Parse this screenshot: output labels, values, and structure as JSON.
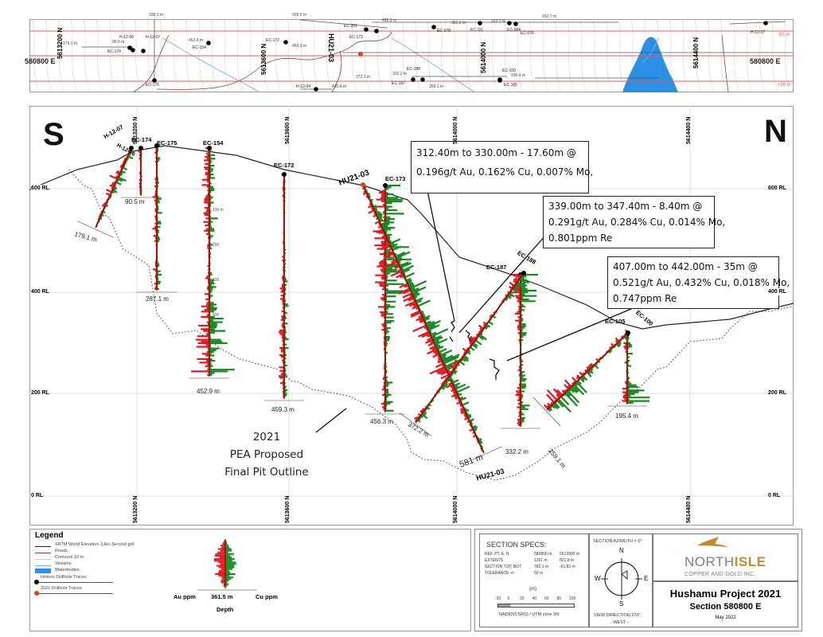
{
  "colors": {
    "au_bar": "#e8141c",
    "cu_bar": "#128a1e",
    "historic_collar": "#000000",
    "drill_2021": "#e2401a",
    "waterbody": "#2b8fe6",
    "stream": "#7ab5e8",
    "road": "#8b3a3a",
    "contour": "#cccccc",
    "grid_red": "#e35a5a",
    "topo": "#222222",
    "logo_gold": "#c48a2c",
    "logo_grey": "#7d7d7d"
  },
  "plan_map": {
    "northings": [
      "5613200 N",
      "5613600 N",
      "5614000 N",
      "5614400 N"
    ],
    "easting_label": "580800 E",
    "tolerance_labels": [
      "-50 m",
      "+50 m"
    ],
    "collars": [
      {
        "name": "EC-174"
      },
      {
        "name": "H-12-06"
      },
      {
        "name": "H-12-07"
      },
      {
        "name": "EC-175"
      },
      {
        "name": "EC-154"
      },
      {
        "name": "EC-172"
      },
      {
        "name": "EC-173"
      },
      {
        "name": "H-12-04"
      },
      {
        "name": "EC-201"
      },
      {
        "name": "EC-078"
      },
      {
        "name": "EC-111"
      },
      {
        "name": "EC-084"
      },
      {
        "name": "EC-076"
      },
      {
        "name": "EC-187"
      },
      {
        "name": "EC-188"
      },
      {
        "name": "EC-100"
      },
      {
        "name": "EC-105"
      },
      {
        "name": "H-12-17"
      }
    ],
    "drill_2021": "HU21-03",
    "lengths": [
      "338.3 m",
      "305.5 m",
      "452.9 m",
      "459.3 m",
      "456.3 m",
      "361.5 m",
      "163.1 m",
      "152.7 m",
      "332.2 m",
      "195.4 m",
      "430.4 m",
      "179.1 m",
      "90.5 m",
      "372.2 m",
      "259.1 m"
    ]
  },
  "section": {
    "south_label": "S",
    "north_label": "N",
    "northings": [
      "5613200 N",
      "5613600 N",
      "5614000 N",
      "5614400 N"
    ],
    "rl_labels": [
      "600 RL",
      "400 RL",
      "200 RL",
      "0 RL"
    ],
    "holes": [
      {
        "name": "H-12-07",
        "depth": "179.1 m"
      },
      {
        "name": "H-12-06",
        "depth": ""
      },
      {
        "name": "EC-174",
        "depth": "90.5 m"
      },
      {
        "name": "EC-175",
        "depth": "287.1 m"
      },
      {
        "name": "EC-154",
        "depth": "452.9 m"
      },
      {
        "name": "EC-172",
        "depth": "459.3 m"
      },
      {
        "name": "HU21-03",
        "depth": "581 m"
      },
      {
        "name": "EC-173",
        "depth": "456.3 m"
      },
      {
        "name": "EC-187",
        "depth": "332.2 m"
      },
      {
        "name": "EC-188",
        "depth": "372.2 m"
      },
      {
        "name": "EC-105",
        "depth": "195.4 m"
      },
      {
        "name": "EC-100",
        "depth": "259.1 m"
      }
    ],
    "hu_bottom_label": "HU21-03",
    "depth_ticks": [
      "100 m",
      "200",
      "300",
      "400"
    ],
    "callouts": [
      {
        "line1": "312.40m to 330.00m - 17.60m @",
        "line2": "0.196g/t Au, 0.162% Cu, 0.007% Mo,",
        "line3": ""
      },
      {
        "line1": "339.00m to 347.40m - 8.40m @",
        "line2": "0.291g/t Au, 0.284% Cu, 0.014% Mo,",
        "line3": "0.801ppm Re"
      },
      {
        "line1": "407.00m to 442.00m - 35m @",
        "line2": "0.521g/t Au, 0.432% Cu, 0.018% Mo,",
        "line3": "0.747ppm Re"
      }
    ],
    "pit_label": {
      "line1": "2021",
      "line2": "PEA Proposed",
      "line3": "Final Pit  Outline"
    }
  },
  "legend": {
    "title": "Legend",
    "items": [
      {
        "label": "SRTM World Elevation 3 Arc-Second grd"
      },
      {
        "label": "Roads"
      },
      {
        "label": "Contours 10 m"
      },
      {
        "label": "Streams"
      },
      {
        "label": "Waterbodies"
      },
      {
        "label": "Historic Drillhole Traces"
      },
      {
        "label": "2021 Drillhole Traces"
      }
    ],
    "histogram": {
      "left_label": "Au ppm",
      "center_label": "361.5 m",
      "right_label": "Cu ppm",
      "bottom_label": "Depth"
    }
  },
  "specs": {
    "title": "SECTION  SPECS:",
    "rows": [
      {
        "k": "REF. PT.  E, N",
        "v1": "580800 m",
        "v2": "5613900 m"
      },
      {
        "k": "EXTENTS",
        "v1": "1291 m",
        "v2": "821.9 m"
      },
      {
        "k": "SECTION TOP, BOT",
        "v1": "760.1 m",
        "v2": "-61.83 m"
      },
      {
        "k": "TOLERANCE  +/-",
        "v1": "50 m",
        "v2": ""
      }
    ],
    "scale_unit": "(m)",
    "scale_ticks": [
      "-20",
      "0",
      "20",
      "40",
      "60",
      "80",
      "100"
    ],
    "projection": "NAD83(CSRS) / UTM zone 9N"
  },
  "compass": {
    "azimuth": "SECTION AZIMUTH = 0°",
    "n": "N",
    "s": "S",
    "e": "E",
    "w": "W",
    "view_dir": "VIEW DIRECTION 270°",
    "view_word": "- WEST -"
  },
  "title_block": {
    "logo_north": "NORTH",
    "logo_isle": "ISLE",
    "logo_sub": "COPPER AND GOLD INC.",
    "project": "Hushamu Project 2021",
    "section": "Section 580800 E",
    "date": "May 2022"
  }
}
